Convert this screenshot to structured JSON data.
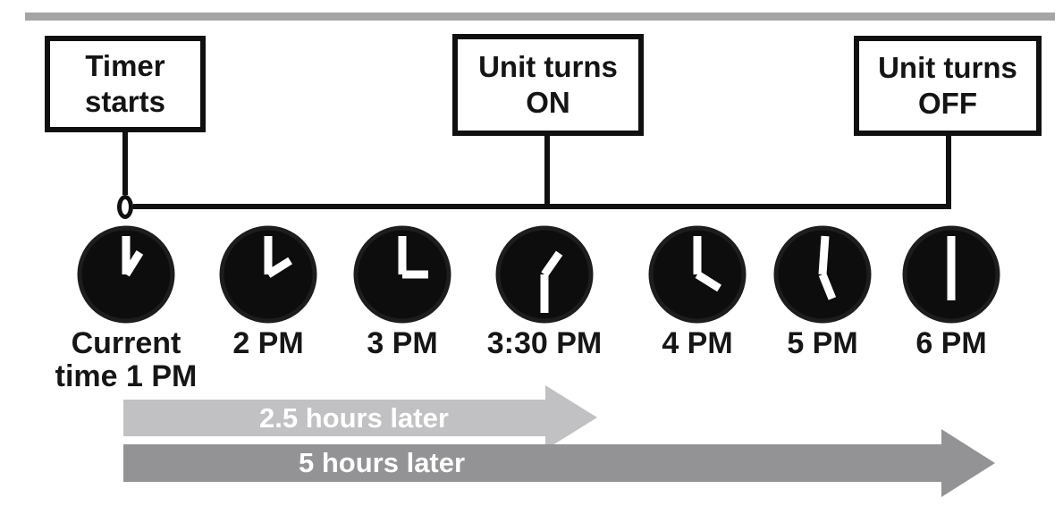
{
  "colors": {
    "background": "#ffffff",
    "top_bar": "#a5a5a5",
    "line_black": "#101010",
    "text_black": "#161616",
    "clock_fill": "#0d0d0d",
    "clock_rim": "#1d1d1d",
    "hand_white": "#ffffff",
    "arrow_light_gray": "#c1c1c3",
    "arrow_dark_gray": "#939396",
    "arrow_text": "#ffffff"
  },
  "event_boxes": [
    {
      "name": "timer-starts",
      "lines": [
        "Timer",
        "starts"
      ]
    },
    {
      "name": "unit-turns-on",
      "lines": [
        "Unit turns",
        "ON"
      ]
    },
    {
      "name": "unit-turns-off",
      "lines": [
        "Unit turns",
        "OFF"
      ]
    }
  ],
  "timeline": {
    "start_marker_icon": "open-circle-icon",
    "connects": [
      "Timer starts",
      "Unit turns ON",
      "Unit turns OFF"
    ]
  },
  "clocks": [
    {
      "icon": "clock-icon",
      "time": "1 PM",
      "label_lines": [
        "Current",
        "time 1 PM"
      ],
      "minute_angle": 0,
      "hour_angle": 32
    },
    {
      "icon": "clock-icon",
      "time": "2 PM",
      "label_lines": [
        "2 PM"
      ],
      "minute_angle": 0,
      "hour_angle": 58
    },
    {
      "icon": "clock-icon",
      "time": "3 PM",
      "label_lines": [
        "3 PM"
      ],
      "minute_angle": 0,
      "hour_angle": 90
    },
    {
      "icon": "clock-icon",
      "time": "3:30 PM",
      "label_lines": [
        "3:30 PM"
      ],
      "minute_angle": 180,
      "hour_angle": 35
    },
    {
      "icon": "clock-icon",
      "time": "4 PM",
      "label_lines": [
        "4 PM"
      ],
      "minute_angle": 0,
      "hour_angle": 122
    },
    {
      "icon": "clock-icon",
      "time": "5 PM",
      "label_lines": [
        "5 PM"
      ],
      "minute_angle": 4,
      "hour_angle": 158
    },
    {
      "icon": "clock-icon",
      "time": "6 PM",
      "label_lines": [
        "6 PM"
      ],
      "minute_angle": 0,
      "hour_angle": 180
    }
  ],
  "arrows": [
    {
      "label": "2.5 hours later",
      "color": "#c1c1c3"
    },
    {
      "label": "5 hours later",
      "color": "#939396"
    }
  ]
}
